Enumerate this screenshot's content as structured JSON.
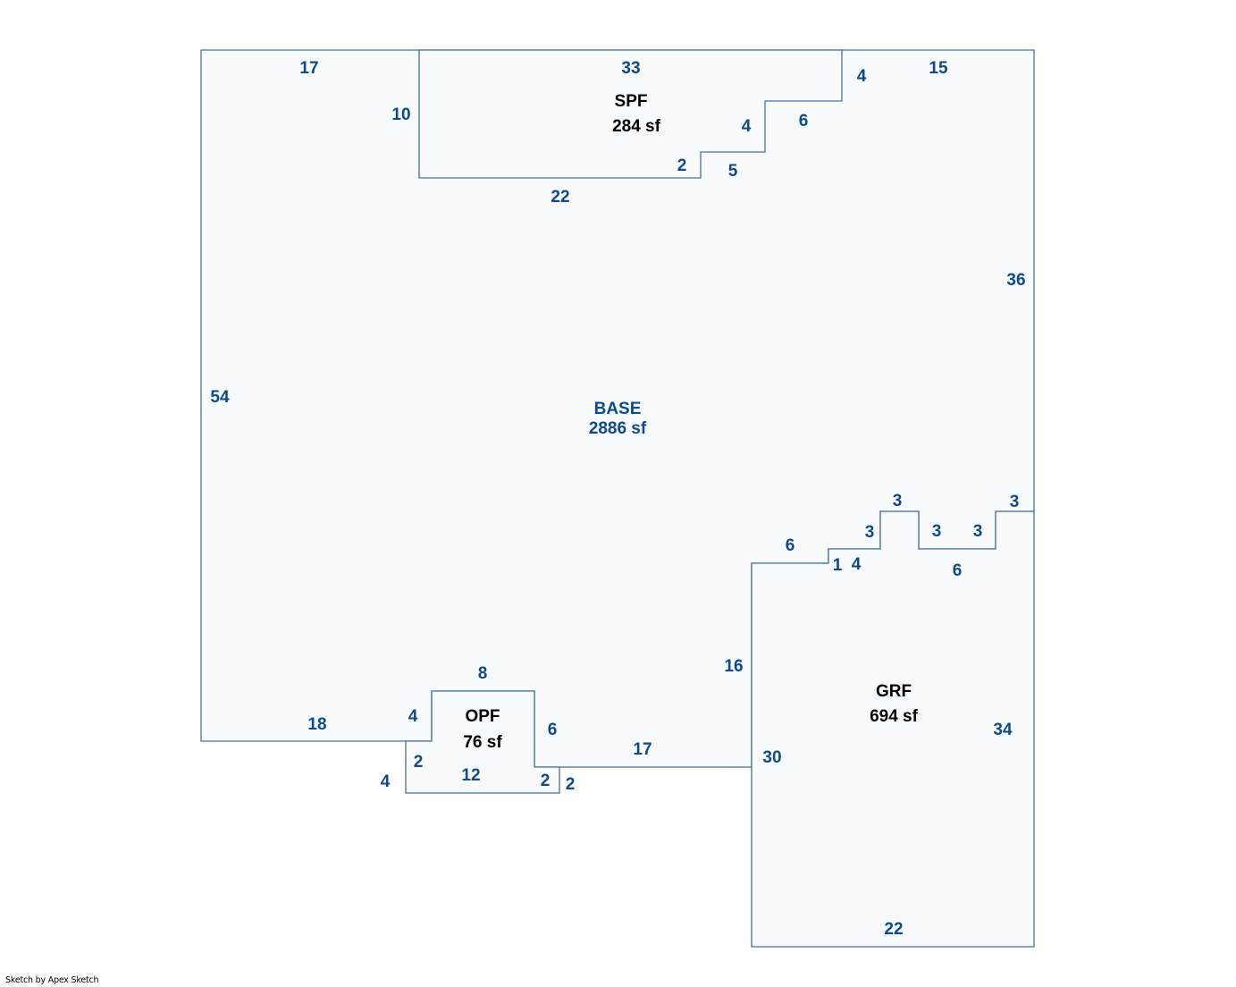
{
  "areas": {
    "base": {
      "name": "BASE",
      "size": "2886 sf"
    },
    "spf": {
      "name": "SPF",
      "size": "284 sf"
    },
    "opf": {
      "name": "OPF",
      "size": "76 sf"
    },
    "grf": {
      "name": "GRF",
      "size": "694 sf"
    }
  },
  "dimensions": {
    "base_top_left": "17",
    "base_top_right": "15",
    "base_left": "54",
    "base_right": "36",
    "base_bottom_left": "18",
    "base_bottom_mid": "17",
    "spf_top": "33",
    "spf_left": "10",
    "spf_bottom": "22",
    "spf_right_4a": "4",
    "spf_step_6": "6",
    "spf_step_4": "4",
    "spf_step_5": "5",
    "spf_step_2": "2",
    "opf_top": "8",
    "opf_left_4": "4",
    "opf_right_6": "6",
    "opf_left_2": "2",
    "opf_bottom": "12",
    "opf_bottom_left_4": "4",
    "opf_right_2a": "2",
    "opf_right_2b": "2",
    "grf_left_16": "16",
    "grf_left_30": "30",
    "grf_right": "34",
    "grf_bottom": "22",
    "grf_top_6": "6",
    "grf_top_1": "1",
    "grf_top_4": "4",
    "grf_top_3a": "3",
    "grf_top_3b": "3",
    "grf_top_3c": "3",
    "grf_top_3d": "3",
    "grf_top_6b": "6",
    "grf_top_3e": "3"
  },
  "footer": {
    "credit": "Sketch by Apex Sketch"
  },
  "colors": {
    "outline": "#4a6f9c",
    "dimension_text": "#0d4a8c",
    "fill": "#f8fafc"
  }
}
